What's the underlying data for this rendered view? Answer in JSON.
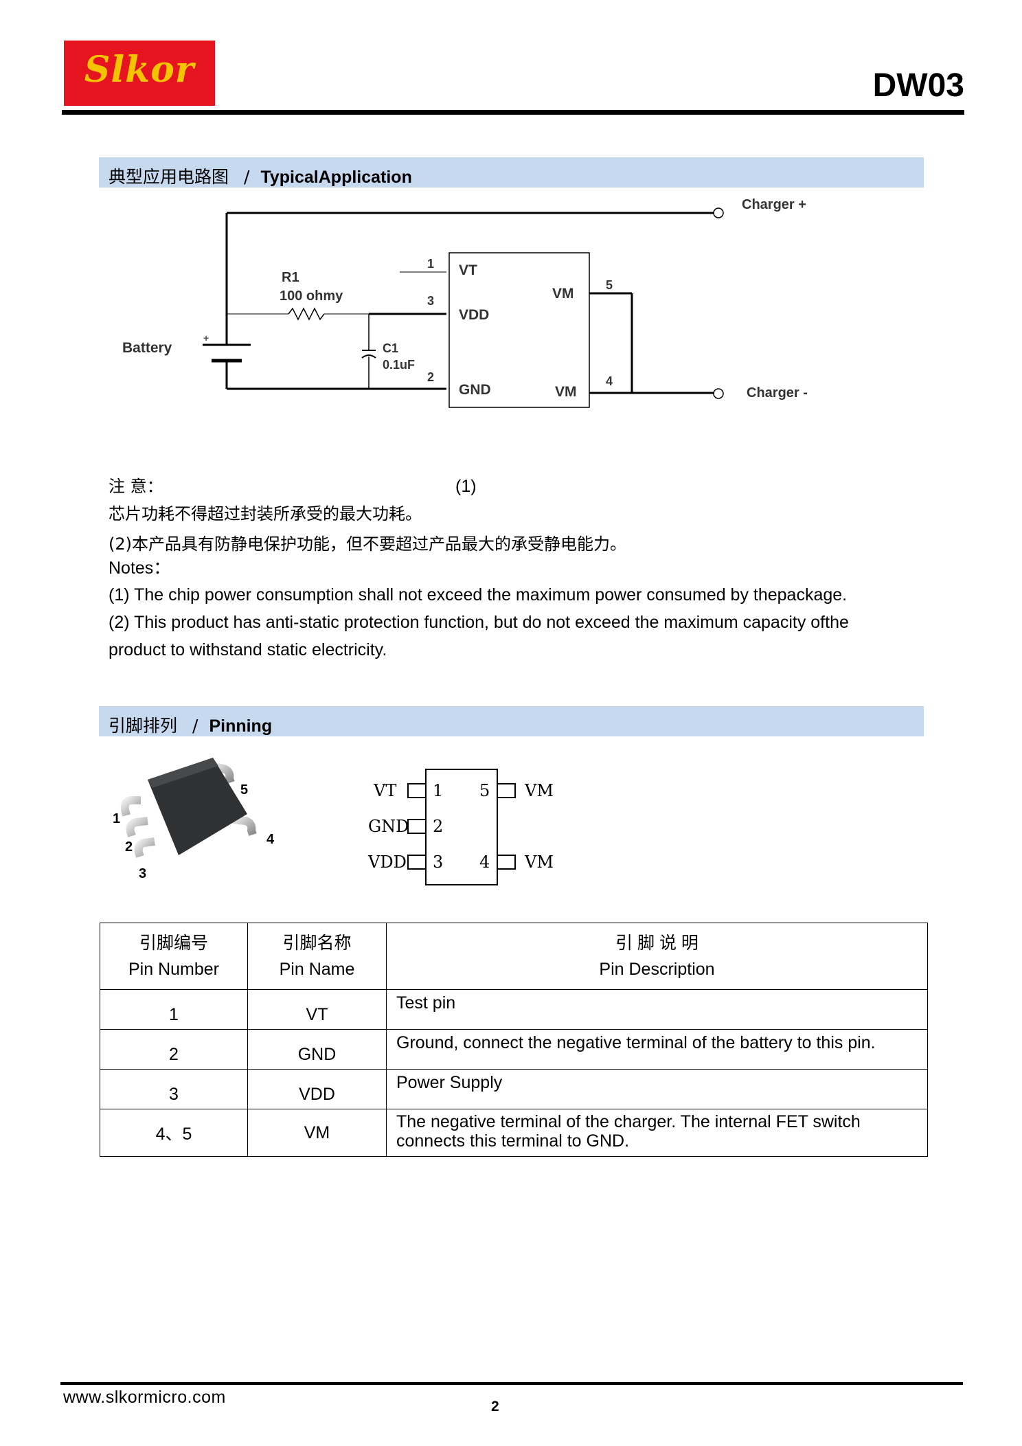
{
  "header": {
    "logo_text": "Slkor",
    "part_number": "DW03",
    "brand_color": "#e5141f",
    "logo_text_color": "#f5c400"
  },
  "section1": {
    "title_cn": "典型应用电路图",
    "separator": "/",
    "title_en": "TypicalApplication"
  },
  "circuit": {
    "charger_plus": "Charger +",
    "charger_minus": "Charger -",
    "battery": "Battery",
    "battery_plus": "+",
    "r1_name": "R1",
    "r1_value": "100 ohmy",
    "c1_name": "C1",
    "c1_value": "0.1uF",
    "pin_vt": "VT",
    "pin_vdd": "VDD",
    "pin_gnd": "GND",
    "pin_vm": "VM",
    "num1": "1",
    "num2": "2",
    "num3": "3",
    "num4": "4",
    "num5": "5"
  },
  "notes": {
    "line1_cn": "注 意：",
    "line1_tag": "(1)",
    "line2_cn": "芯片功耗不得超过封装所承受的最大功耗。",
    "line3_cn": "(2)本产品具有防静电保护功能，但不要超过产品最大的承受静电能力。",
    "label_en": "Notes：",
    "note1_en": "(1) The chip power consumption shall not exceed the maximum power consumed by thepackage.",
    "note2_en": "(2) This product has anti-static protection function, but do not exceed the maximum capacity ofthe",
    "note2b_en": "product to withstand static electricity."
  },
  "section2": {
    "title_cn": "引脚排列",
    "separator": "/",
    "title_en": "Pinning"
  },
  "package_photo": {
    "pin1": "1",
    "pin2": "2",
    "pin3": "3",
    "pin4": "4",
    "pin5": "5"
  },
  "pin_diagram": {
    "left_labels": [
      "VT",
      "GND",
      "VDD"
    ],
    "left_numbers": [
      "1",
      "2",
      "3"
    ],
    "right_labels": [
      "VM",
      "VM"
    ],
    "right_numbers": [
      "5",
      "4"
    ]
  },
  "pin_table": {
    "headers": [
      {
        "cn": "引脚编号",
        "en": "Pin Number"
      },
      {
        "cn": "引脚名称",
        "en": "Pin Name"
      },
      {
        "cn": "引 脚 说 明",
        "en": "Pin Description"
      }
    ],
    "rows": [
      {
        "number": "1",
        "name": "VT",
        "description": "Test pin"
      },
      {
        "number": "2",
        "name": "GND",
        "description": "Ground, connect the negative terminal of the battery to this pin."
      },
      {
        "number": "3",
        "name": "VDD",
        "description": "Power Supply"
      },
      {
        "number": "4、5",
        "name": "VM",
        "description": "The negative terminal of the charger. The internal FET switch connects this terminal to GND."
      }
    ]
  },
  "footer": {
    "url": "www.slkormicro.com",
    "page_number": "2"
  }
}
